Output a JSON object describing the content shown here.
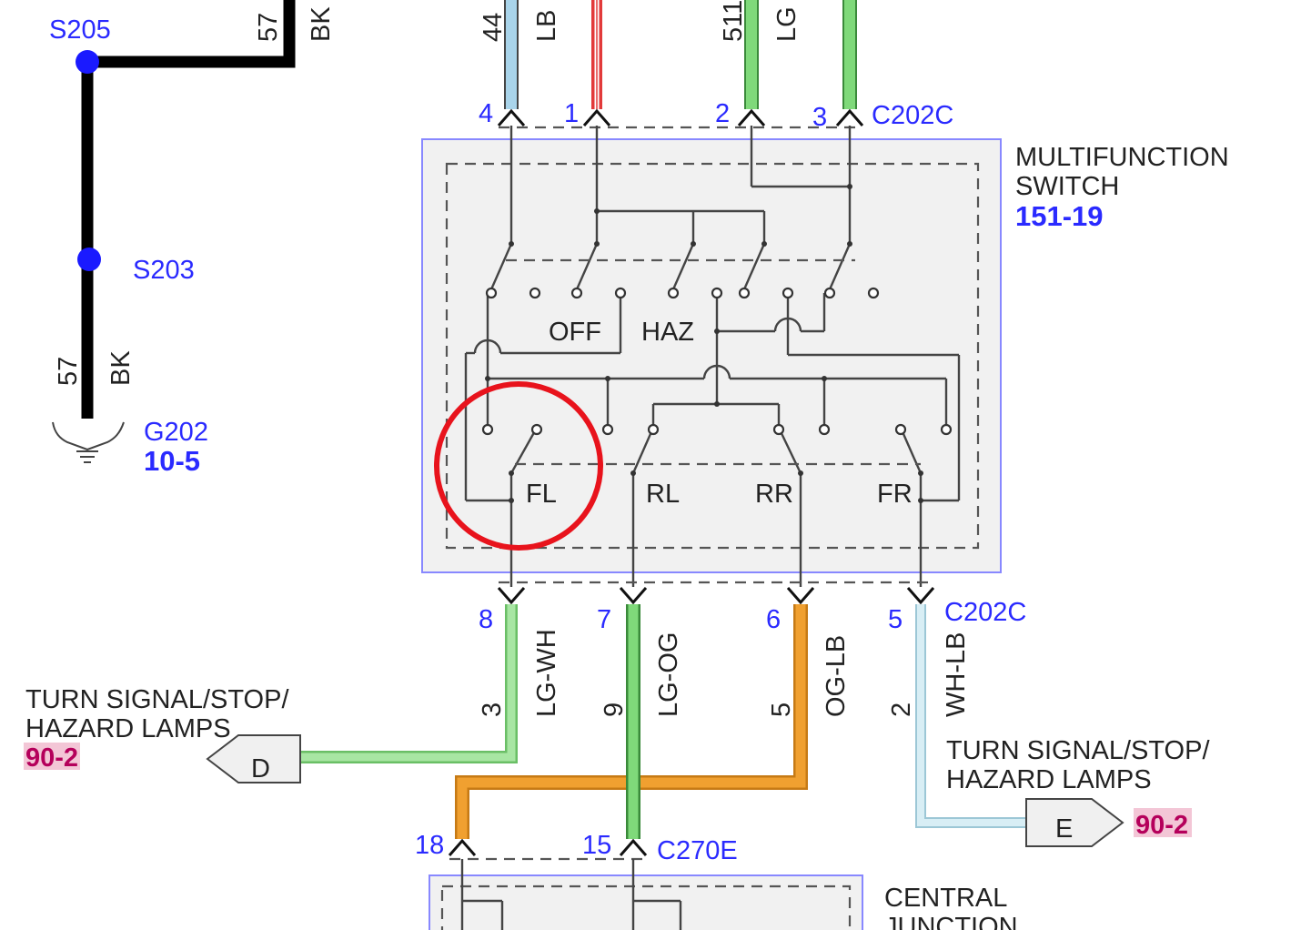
{
  "splices": [
    {
      "id": "s205",
      "label": "S205"
    },
    {
      "id": "s203",
      "label": "S203"
    }
  ],
  "ground": {
    "label": "G202",
    "ref": "10-5"
  },
  "ground_wire": {
    "circuit_top": "57",
    "color_top": "BK",
    "circuit_bottom": "57",
    "color_bottom": "BK"
  },
  "top_wires": [
    {
      "circuit": "44",
      "color": "LB",
      "pin": "4",
      "hex": "#a9d4ea"
    },
    {
      "circuit": "",
      "color": "",
      "pin": "1",
      "hex": "#e23a3a"
    },
    {
      "circuit": "511",
      "color": "LG",
      "pin": "2",
      "hex": "#7fd97a"
    },
    {
      "circuit": "",
      "color": "",
      "pin": "3",
      "hex": "#7fd97a"
    }
  ],
  "top_connector": "C202C",
  "switch": {
    "title_line1": "MULTIFUNCTION",
    "title_line2": "SWITCH",
    "ref": "151-19",
    "positions": [
      "OFF",
      "HAZ"
    ],
    "outputs": [
      "FL",
      "RL",
      "RR",
      "FR"
    ],
    "box_fill": "#f1f1f1",
    "border": "#8888ff"
  },
  "bottom_connector": "C202C",
  "bottom_wires": [
    {
      "pin": "8",
      "circuit": "3",
      "color": "LG-WH",
      "hex": "#a8e6a3"
    },
    {
      "pin": "7",
      "circuit": "9",
      "color": "LG-OG",
      "hex": "#7fd97a"
    },
    {
      "pin": "6",
      "circuit": "5",
      "color": "OG-LB",
      "hex": "#f0a030"
    },
    {
      "pin": "5",
      "circuit": "2",
      "color": "WH-LB",
      "hex": "#d8eef5"
    }
  ],
  "offpage_left": {
    "line1": "TURN SIGNAL/STOP/",
    "line2": "HAZARD LAMPS",
    "ref": "90-2",
    "letter": "D"
  },
  "offpage_right": {
    "line1": "TURN SIGNAL/STOP/",
    "line2": "HAZARD LAMPS",
    "ref": "90-2",
    "letter": "E"
  },
  "c270": {
    "pin_left": "18",
    "pin_right": "15",
    "label": "C270E"
  },
  "cjb": {
    "line1": "CENTRAL",
    "line2": "JUNCTION"
  },
  "highlight_color": "#e8131c",
  "ref_highlight": "#f3c6d6"
}
